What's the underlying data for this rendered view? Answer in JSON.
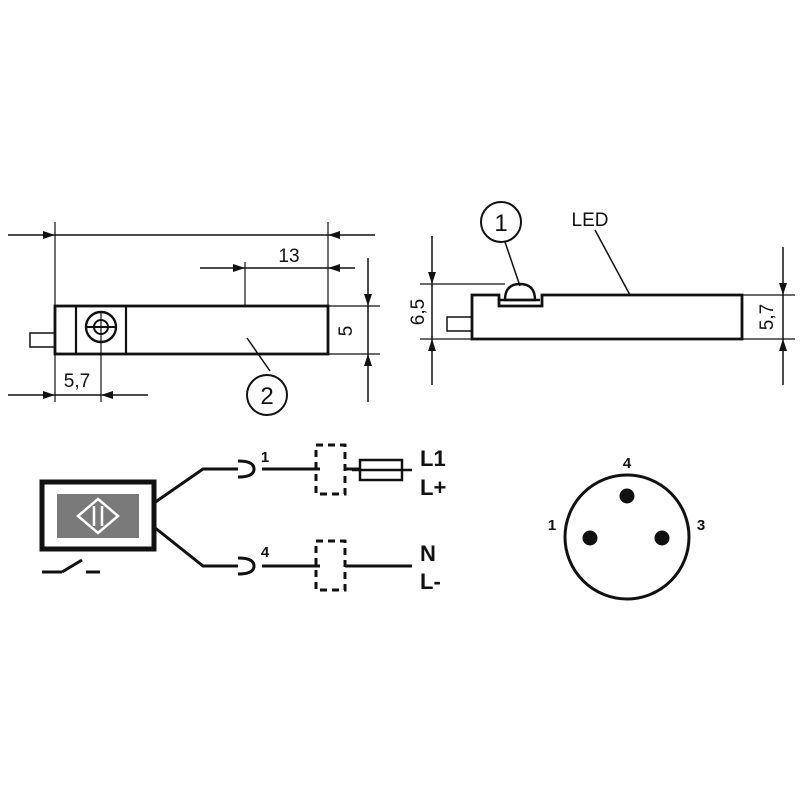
{
  "front_view": {
    "length_label": "13",
    "height_label": "5",
    "offset_label": "5,7",
    "callout": "2"
  },
  "side_view": {
    "callout": "1",
    "led_label": "LED",
    "height_left_label": "6,5",
    "height_right_label": "5,7"
  },
  "wiring": {
    "pin_a": "1",
    "pin_b": "4",
    "term_a_line1": "L1",
    "term_a_line2": "L+",
    "term_b_line1": "N",
    "term_b_line2": "L-"
  },
  "connector": {
    "pin_top": "4",
    "pin_left": "1",
    "pin_right": "3"
  }
}
